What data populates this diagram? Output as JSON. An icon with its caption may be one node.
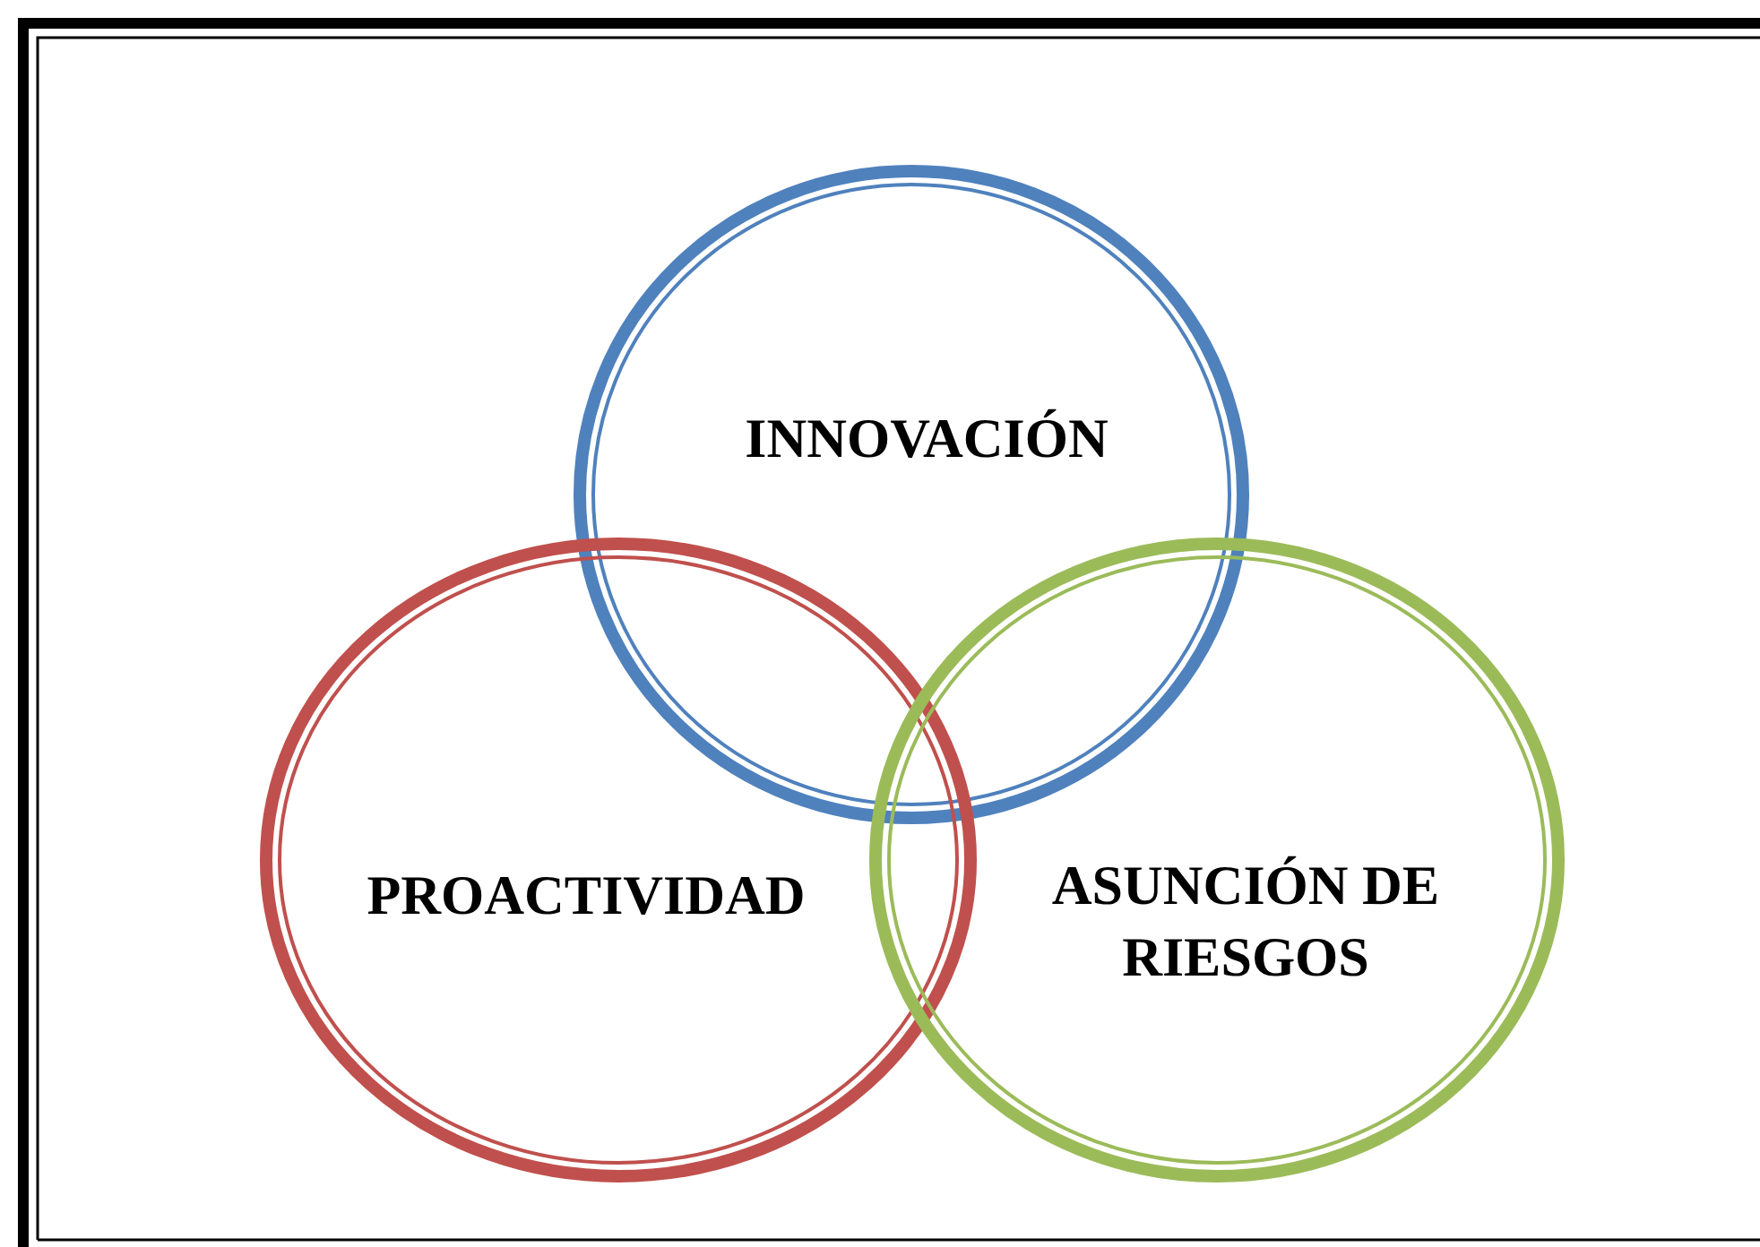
{
  "diagram": {
    "nodes": [
      {
        "text": [
          "INNOVACIÓN"
        ]
      },
      {
        "text": [
          "PROACTIVIDAD"
        ]
      },
      {
        "text": [
          "ASUNCIÓN DE RIESGOS"
        ]
      }
    ],
    "edges": []
  }
}
